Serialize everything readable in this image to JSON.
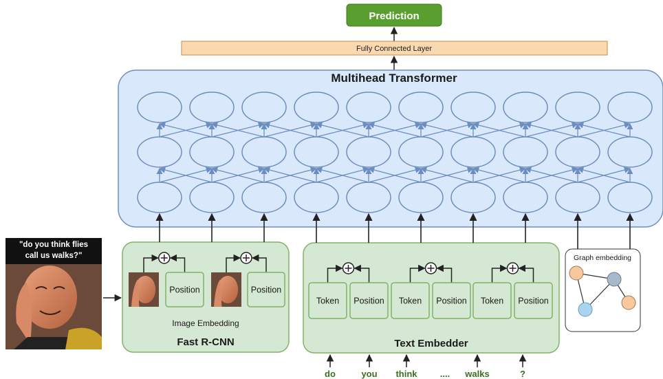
{
  "prediction": "Prediction",
  "fc_layer": "Fully Connected Layer",
  "transformer": {
    "title": "Multihead Transformer",
    "columns": 10,
    "rows": 3
  },
  "meme": {
    "caption_line1": "\"do you think flies",
    "caption_line2": "call us walks?\""
  },
  "image_embedding": {
    "caption": "Image Embedding",
    "title": "Fast R-CNN",
    "position_label": "Position"
  },
  "text_embedder": {
    "title": "Text Embedder",
    "token_label": "Token",
    "position_label": "Position"
  },
  "graph_embedding": {
    "title": "Graph embedding"
  },
  "input_tokens": [
    "do",
    "you",
    "think",
    "....",
    "walks",
    "?"
  ],
  "colors": {
    "prediction_fill": "#5a9e2f",
    "fc_fill": "#fbd9b0",
    "transformer_fill": "#dae8fc",
    "transformer_stroke": "#6c8ebf",
    "green_fill": "#d5e8d4",
    "green_stroke": "#82b366",
    "token_text": "#3b6e1f",
    "node_orange": "#f9c79c",
    "node_gray": "#a7b9cc",
    "node_blue": "#a8d4f0"
  }
}
